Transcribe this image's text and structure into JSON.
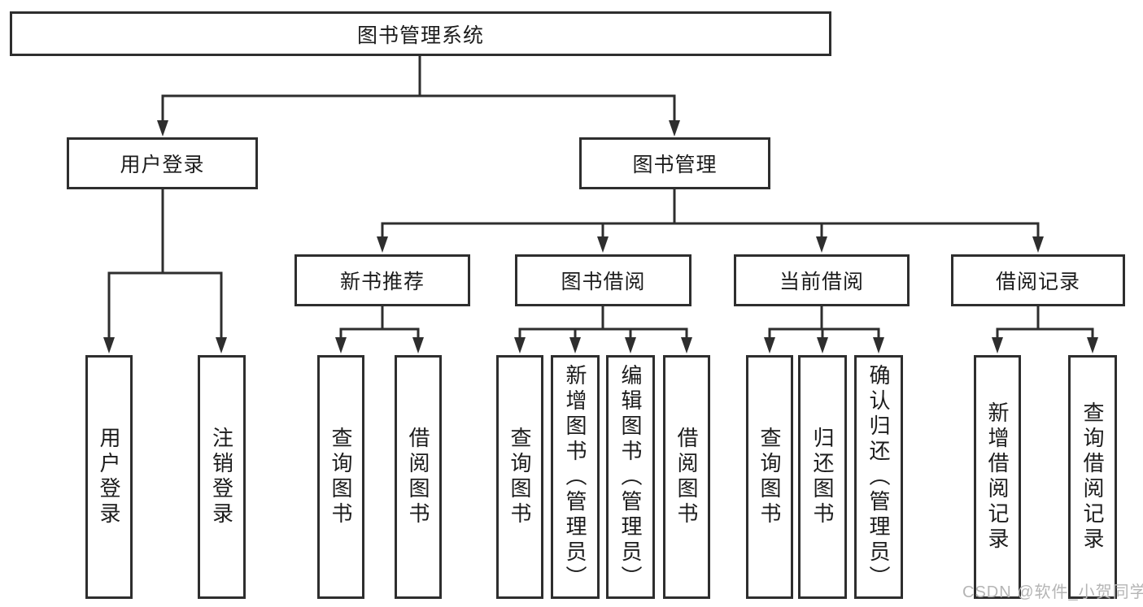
{
  "diagram": {
    "type": "hierarchy",
    "root": {
      "label": "图书管理系统"
    },
    "branches": [
      {
        "label": "用户登录",
        "children": [
          {
            "label": "用户登录"
          },
          {
            "label": "注销登录"
          }
        ]
      },
      {
        "label": "图书管理",
        "children": [
          {
            "label": "新书推荐",
            "children": [
              {
                "label": "查询图书"
              },
              {
                "label": "借阅图书"
              }
            ]
          },
          {
            "label": "图书借阅",
            "children": [
              {
                "label": "查询图书"
              },
              {
                "label": "新增图书（管理员）"
              },
              {
                "label": "编辑图书（管理员）"
              },
              {
                "label": "借阅图书"
              }
            ]
          },
          {
            "label": "当前借阅",
            "children": [
              {
                "label": "查询图书"
              },
              {
                "label": "归还图书"
              },
              {
                "label": "确认归还（管理员）"
              }
            ]
          },
          {
            "label": "借阅记录",
            "children": [
              {
                "label": "新增借阅记录"
              },
              {
                "label": "查询借阅记录"
              }
            ]
          }
        ]
      }
    ]
  },
  "watermark": {
    "text": "CSDN @软件_小贺同学",
    "color": "#b5b5b5"
  },
  "colors": {
    "background": "#ffffff",
    "line": "#2e2e2e",
    "border": "#2e2e2e",
    "text": "#1c1c1c"
  }
}
